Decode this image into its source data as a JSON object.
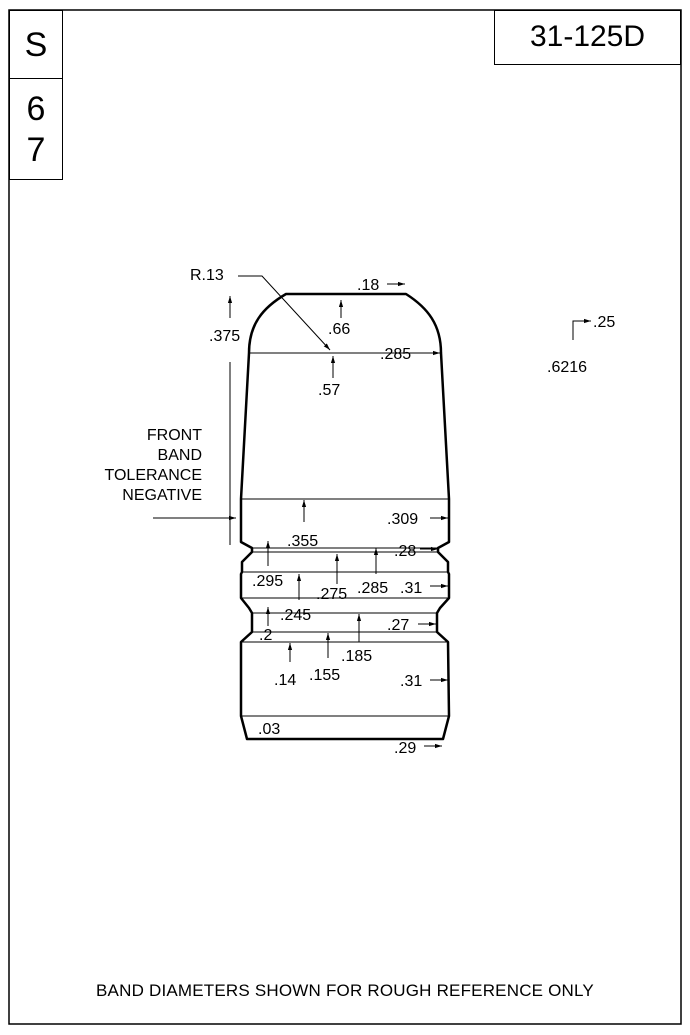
{
  "title_block": {
    "series_letter": "S",
    "cavity_top": "6",
    "cavity_bottom": "7",
    "part_number": "31-125D"
  },
  "dimensions": {
    "nose_radius": "R.13",
    "meplat_dia": ".18",
    "nose_height": ".66",
    "ogive_len": ".375",
    "ogive_base_dia": ".285",
    "ogive_to_band": ".57",
    "side_dim_25": ".25",
    "overall_length": ".6216",
    "front_band_dia": ".309",
    "front_band_height": ".355",
    "groove1_dia": ".28",
    "band2_top": ".295",
    "band2_bottom_pos": ".275",
    "band2_mid": ".285",
    "band2_dia": ".31",
    "groove2_pos": ".245",
    "groove2_dia": ".27",
    "groove2_bottom": ".2",
    "rear_band_top": ".185",
    "rear_band_mid": ".155",
    "rear_band_low": ".14",
    "rear_band_dia": ".31",
    "base_bevel": ".03",
    "base_dia": ".29"
  },
  "note": {
    "line1": "FRONT",
    "line2": "BAND",
    "line3": "TOLERANCE",
    "line4": "NEGATIVE"
  },
  "footer": "BAND DIAMETERS SHOWN FOR ROUGH REFERENCE ONLY"
}
